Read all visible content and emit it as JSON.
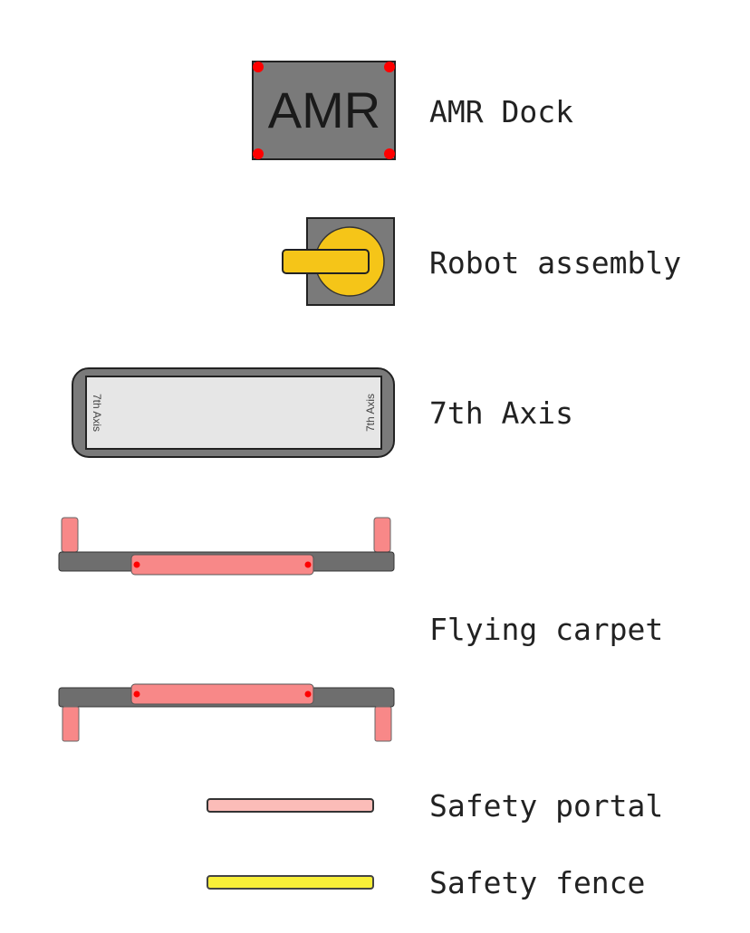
{
  "legend": {
    "items": [
      {
        "id": "amr-dock",
        "label": "AMR Dock",
        "symbol_text": "AMR"
      },
      {
        "id": "robot-assembly",
        "label": "Robot assembly"
      },
      {
        "id": "seventh-axis",
        "label": "7th Axis",
        "symbol_text_left": "7th Axis",
        "symbol_text_right": "7th Axis"
      },
      {
        "id": "flying-carpet",
        "label": "Flying carpet"
      },
      {
        "id": "safety-portal",
        "label": "Safety portal"
      },
      {
        "id": "safety-fence",
        "label": "Safety fence"
      }
    ]
  },
  "colors": {
    "dock_gray": "#7a7a7a",
    "marker_red": "#ff0000",
    "robot_yellow": "#f5c518",
    "axis_rail": "#7a7a7a",
    "axis_bed": "#e6e6e6",
    "carpet_pink": "#f88888",
    "portal_pink": "#fbbcb8",
    "fence_yellow": "#f8ef38",
    "outline": "#222222"
  }
}
